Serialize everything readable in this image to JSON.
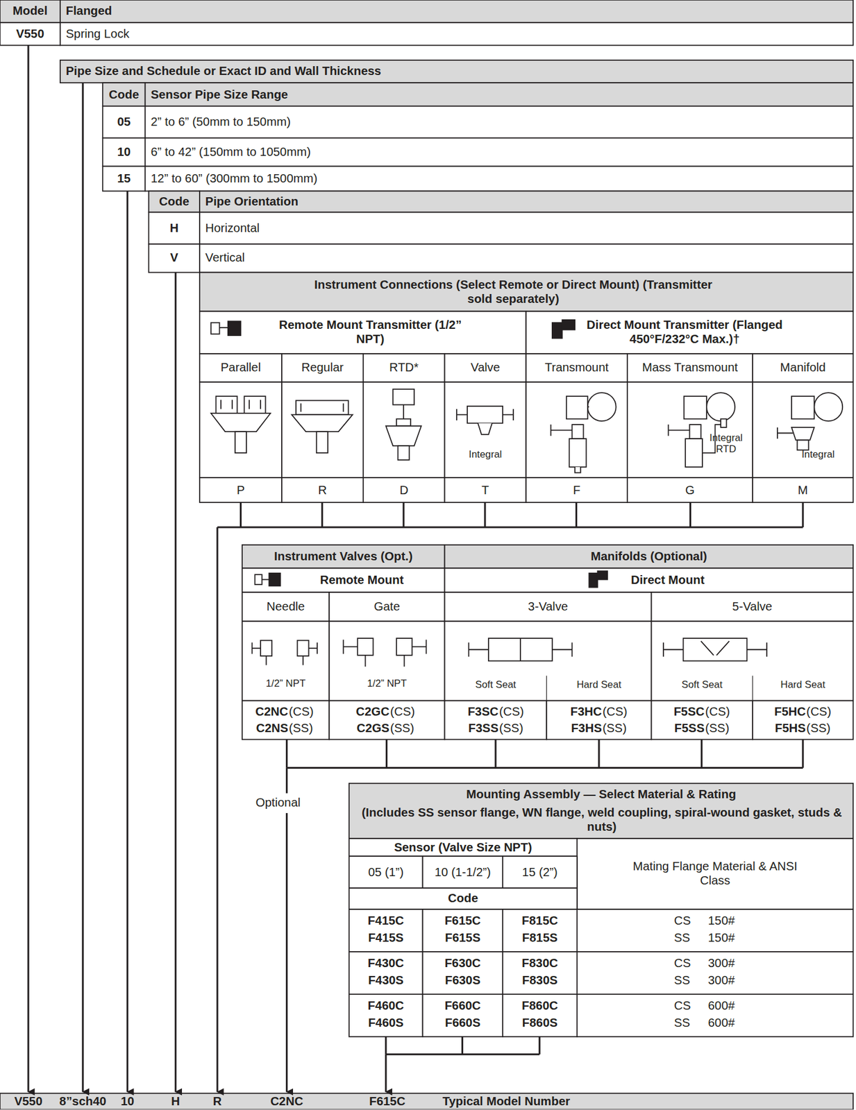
{
  "diagram": {
    "labels": [
      "Model",
      "Flanged",
      "V550",
      "Spring Lock",
      "Pipe Size and Schedule or Exact ID and Wall Thickness",
      "Code",
      "Sensor Pipe Size Range",
      "05",
      "2” to 6” (50mm to 150mm)",
      "10",
      "6” to 42” (150mm to 1050mm)",
      "15",
      "12” to 60” (300mm to 1500mm)",
      "Code",
      "Pipe Orientation",
      "H",
      "Horizontal",
      "V",
      "Vertical",
      "Instrument Connections (Select Remote or Direct Mount) (Transmitter sold separately)",
      "Remote Mount Transmitter (1/2” NPT)",
      "Direct Mount Transmitter (Flanged 450°F/232°C Max.)†",
      "Parallel",
      "Regular",
      "RTD*",
      "Valve",
      "Transmount",
      "Mass Transmount",
      "Manifold",
      "Integral",
      "Integral RTD",
      "Integral",
      "P",
      "R",
      "D",
      "T",
      "F",
      "G",
      "M",
      "Instrument Valves (Opt.)",
      "Manifolds (Optional)",
      "Remote Mount",
      "Direct Mount",
      "Needle",
      "Gate",
      "3-Valve",
      "5-Valve",
      "1/2” NPT",
      "1/2” NPT",
      "Soft Seat",
      "Hard Seat",
      "Soft Seat",
      "Hard Seat",
      "C2NC",
      "(CS)",
      "C2NS",
      "(SS)",
      "C2GC",
      "(CS)",
      "C2GS",
      "(SS)",
      "F3SC",
      "(CS)",
      "F3SS",
      "(SS)",
      "F3HC",
      "(CS)",
      "F3HS",
      "(SS)",
      "F5SC",
      "(CS)",
      "F5SS",
      "(SS)",
      "F5HC",
      "(CS)",
      "F5HS",
      "(SS)",
      "Optional",
      "Mounting Assembly — Select Material & Rating",
      "(Includes SS sensor flange, WN flange, weld coupling, spiral-wound gasket, studs & nuts)",
      "Sensor (Valve Size NPT)",
      "Mating Flange Material & ANSI Class",
      "05 (1”)",
      "10 (1-1/2”)",
      "15 (2”)",
      "Code",
      "F415C",
      "F615C",
      "F815C",
      "CS",
      "150#",
      "F415S",
      "F615S",
      "F815S",
      "SS",
      "150#",
      "F430C",
      "F630C",
      "F830C",
      "CS",
      "300#",
      "F430S",
      "F630S",
      "F830S",
      "SS",
      "300#",
      "F460C",
      "F660C",
      "F860C",
      "CS",
      "600#",
      "F460S",
      "F660S",
      "F860S",
      "SS",
      "600#",
      "V550",
      "8”sch40",
      "10",
      "H",
      "R",
      "C2NC",
      "F615C",
      "Typical Model Number"
    ]
  }
}
